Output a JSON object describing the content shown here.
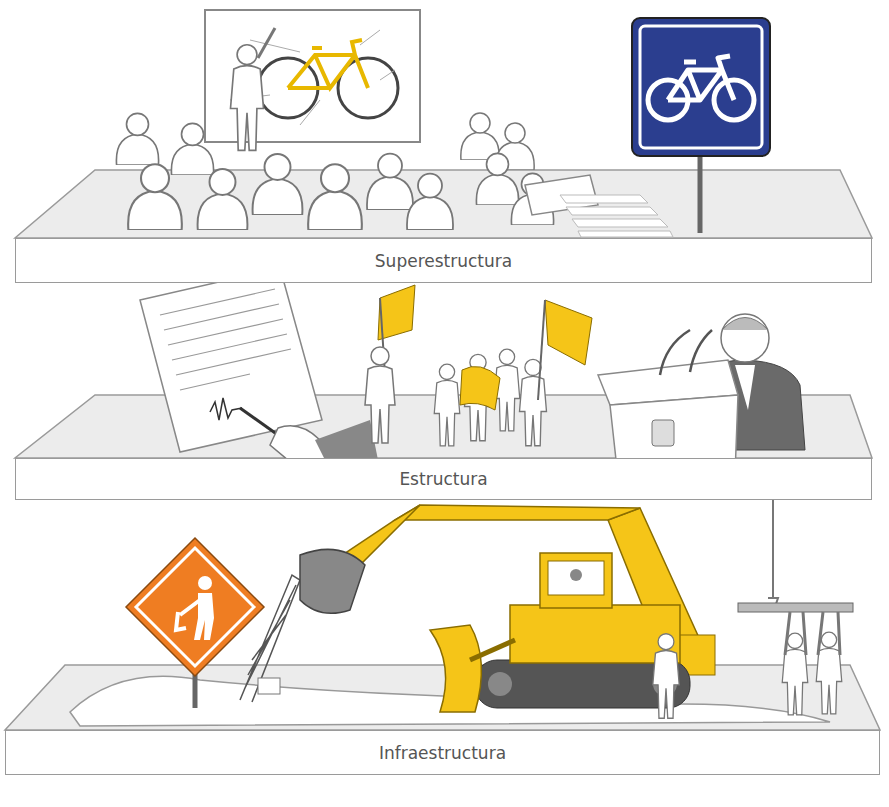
{
  "diagram": {
    "nodes": [
      {
        "text": [
          "Superestructura"
        ]
      },
      {
        "text": [
          "Estructura"
        ]
      },
      {
        "text": [
          "Infraestructura"
        ]
      }
    ]
  }
}
